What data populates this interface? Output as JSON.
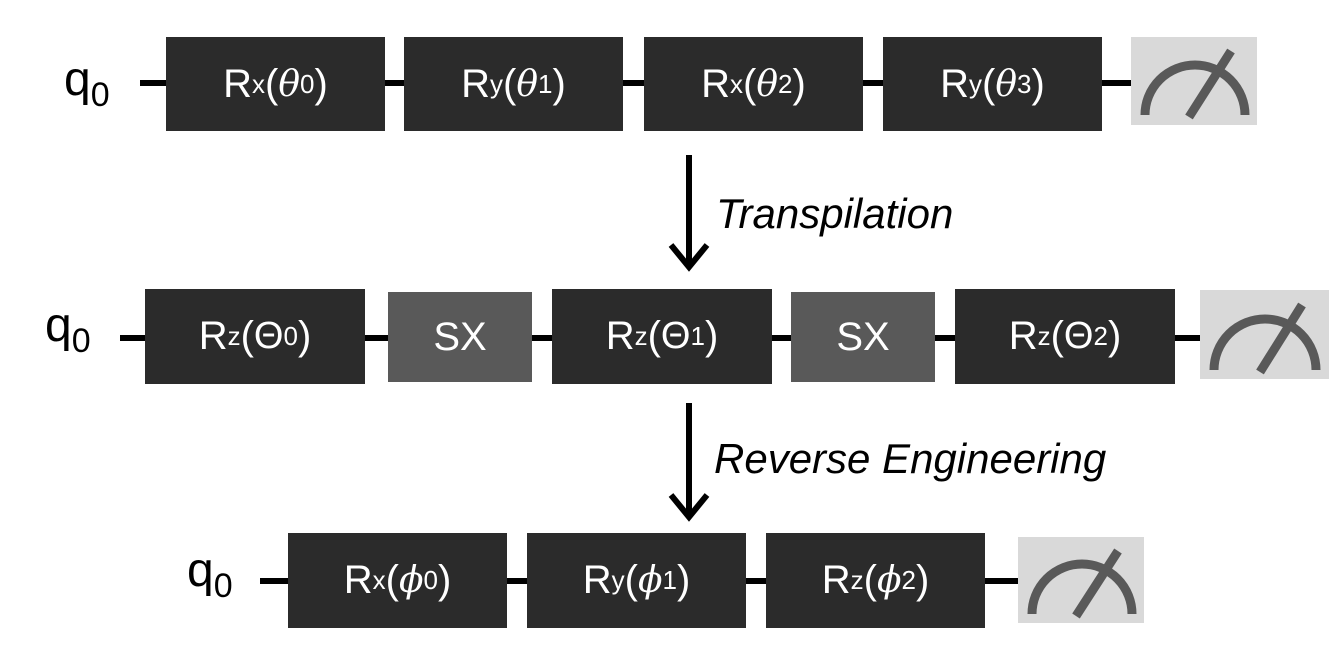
{
  "rows": [
    {
      "qubit": {
        "letter": "q",
        "index": "0"
      },
      "gates": [
        {
          "base": "R",
          "axis": "x",
          "param": "θ",
          "pindex": "0",
          "style": "dark"
        },
        {
          "base": "R",
          "axis": "y",
          "param": "θ",
          "pindex": "1",
          "style": "dark"
        },
        {
          "base": "R",
          "axis": "x",
          "param": "θ",
          "pindex": "2",
          "style": "dark"
        },
        {
          "base": "R",
          "axis": "y",
          "param": "θ",
          "pindex": "3",
          "style": "dark"
        }
      ]
    },
    {
      "qubit": {
        "letter": "q",
        "index": "0"
      },
      "gates": [
        {
          "base": "R",
          "axis": "z",
          "param": "Θ",
          "pindex": "0",
          "style": "dark"
        },
        {
          "text": "SX",
          "style": "mid"
        },
        {
          "base": "R",
          "axis": "z",
          "param": "Θ",
          "pindex": "1",
          "style": "dark"
        },
        {
          "text": "SX",
          "style": "mid"
        },
        {
          "base": "R",
          "axis": "z",
          "param": "Θ",
          "pindex": "2",
          "style": "dark"
        }
      ]
    },
    {
      "qubit": {
        "letter": "q",
        "index": "0"
      },
      "gates": [
        {
          "base": "R",
          "axis": "x",
          "param": "ϕ",
          "pindex": "0",
          "style": "dark"
        },
        {
          "base": "R",
          "axis": "y",
          "param": "ϕ",
          "pindex": "1",
          "style": "dark"
        },
        {
          "base": "R",
          "axis": "z",
          "param": "ϕ",
          "pindex": "2",
          "style": "dark"
        }
      ]
    }
  ],
  "arrows": [
    {
      "label": "Transpilation"
    },
    {
      "label": "Reverse Engineering"
    }
  ],
  "colors": {
    "gate_dark": "#2b2b2b",
    "gate_sx": "#595959",
    "meter_bg": "#d9d9d9",
    "meter_stroke": "#595959",
    "wire": "#000000"
  },
  "icons": {
    "measurement": "measurement-meter-icon",
    "arrow": "arrow-down-icon"
  }
}
